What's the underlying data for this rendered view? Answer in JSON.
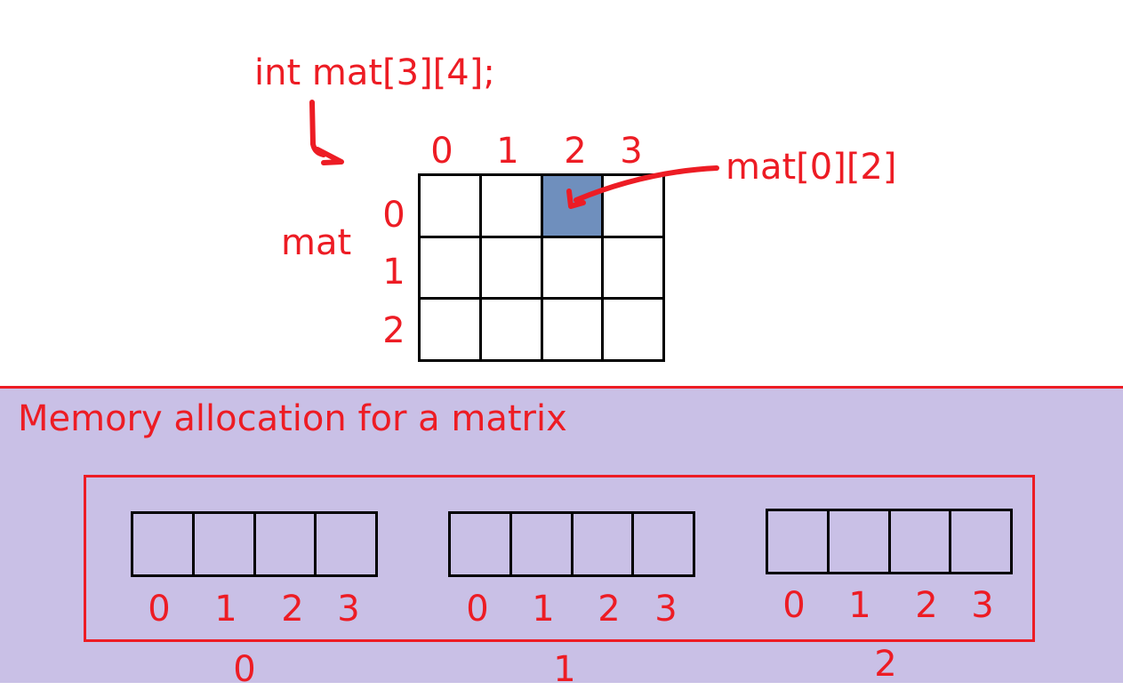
{
  "declaration": "int mat[3][4];",
  "pointer_label": "mat[0][2]",
  "matrix_label": "mat",
  "column_indices": [
    "0",
    "1",
    "2",
    "3"
  ],
  "row_indices": [
    "0",
    "1",
    "2"
  ],
  "highlighted_cell": {
    "row": 0,
    "col": 2
  },
  "memory_title": "Memory allocation for a matrix",
  "memory_rows": [
    {
      "row_label": "0",
      "element_indices": [
        "0",
        "1",
        "2",
        "3"
      ]
    },
    {
      "row_label": "1",
      "element_indices": [
        "0",
        "1",
        "2",
        "3"
      ]
    },
    {
      "row_label": "2",
      "element_indices": [
        "0",
        "1",
        "2",
        "3"
      ]
    }
  ],
  "colors": {
    "annotation": "#ed1c24",
    "highlight": "#6f8fbd",
    "memory_background": "#c9c0e6",
    "grid": "#000000"
  }
}
